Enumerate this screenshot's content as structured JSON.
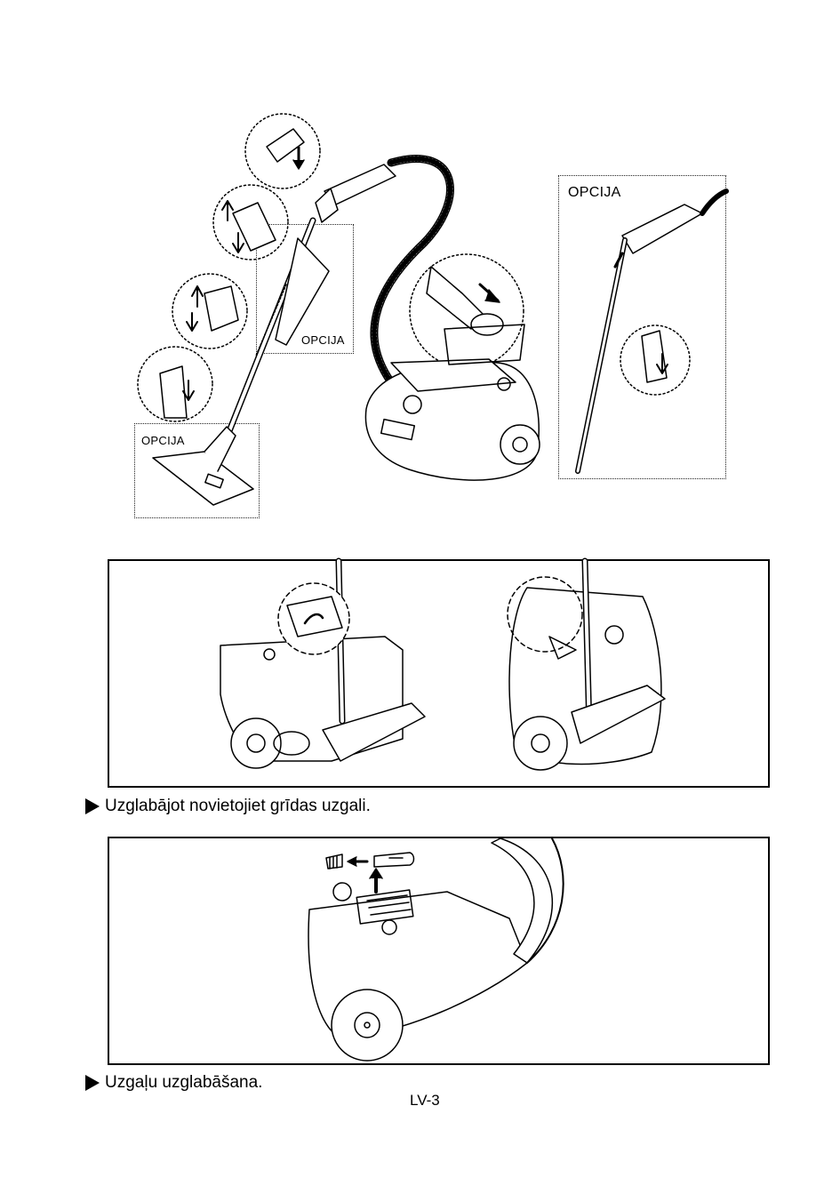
{
  "figure1": {
    "option_label_tool": "OPCIJA",
    "option_label_nozzle": "OPCIJA",
    "option_label_panel": "OPCIJA"
  },
  "captions": {
    "floor_nozzle_storage": "Uzglabājot novietojiet grīdas uzgali.",
    "accessory_storage": "Uzgaļu uzglabāšana."
  },
  "page_number": "LV-3",
  "icons": {
    "bullet": "right-triangle-icon"
  }
}
